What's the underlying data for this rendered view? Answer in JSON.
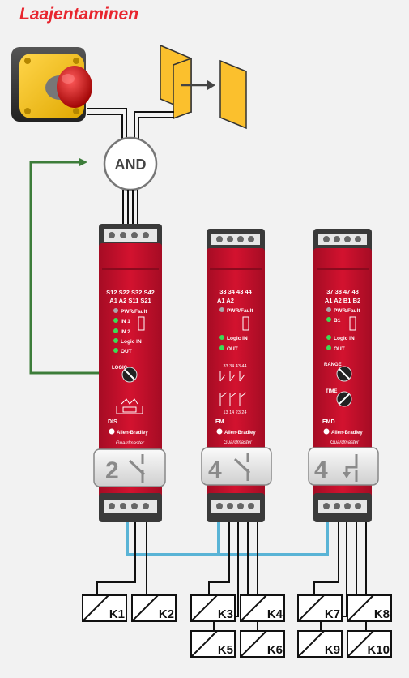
{
  "title": "Laajentaminen",
  "and_gate": {
    "label": "AND"
  },
  "modules": [
    {
      "id": "DIS",
      "terminals_top": "S12 S22 S32 S42",
      "terminals_bottom": "A1  A2  S11 S21",
      "leds": [
        "PWR/Fault",
        "IN 1",
        "IN 2",
        "Logic IN",
        "OUT"
      ],
      "dial_label": "LOGIC",
      "name": "DIS",
      "brand": "Allen-Bradley",
      "sub_brand": "Guardmaster",
      "window_number": "2"
    },
    {
      "id": "EM",
      "terminals_top": "33  34  43  44",
      "terminals_bottom": "A1  A2",
      "leds": [
        "PWR/Fault",
        "Logic IN",
        "OUT"
      ],
      "contact_top": "33 34 43 44",
      "contact_bottom": "13 14 23 24",
      "name": "EM",
      "brand": "Allen-Bradley",
      "sub_brand": "Guardmaster",
      "window_number": "4"
    },
    {
      "id": "EMD",
      "terminals_top": "37  38  47  48",
      "terminals_bottom": "A1  A2  B1  B2",
      "leds": [
        "PWR/Fault",
        "B1",
        "Logic IN",
        "OUT"
      ],
      "dial_label_1": "RANGE",
      "dial_label_2": "TIME",
      "name": "EMD",
      "brand": "Allen-Bradley",
      "sub_brand": "Guardmaster",
      "window_number": "4"
    }
  ],
  "contactors": [
    "K1",
    "K2",
    "K3",
    "K4",
    "K5",
    "K6",
    "K7",
    "K8",
    "K9",
    "K10"
  ],
  "colors": {
    "module_red": "#c8102e",
    "gate_yellow": "#fbc02d",
    "feedback_green": "#3d7d3a",
    "bus_blue": "#5ab4d6",
    "title_red": "#e8252e"
  }
}
